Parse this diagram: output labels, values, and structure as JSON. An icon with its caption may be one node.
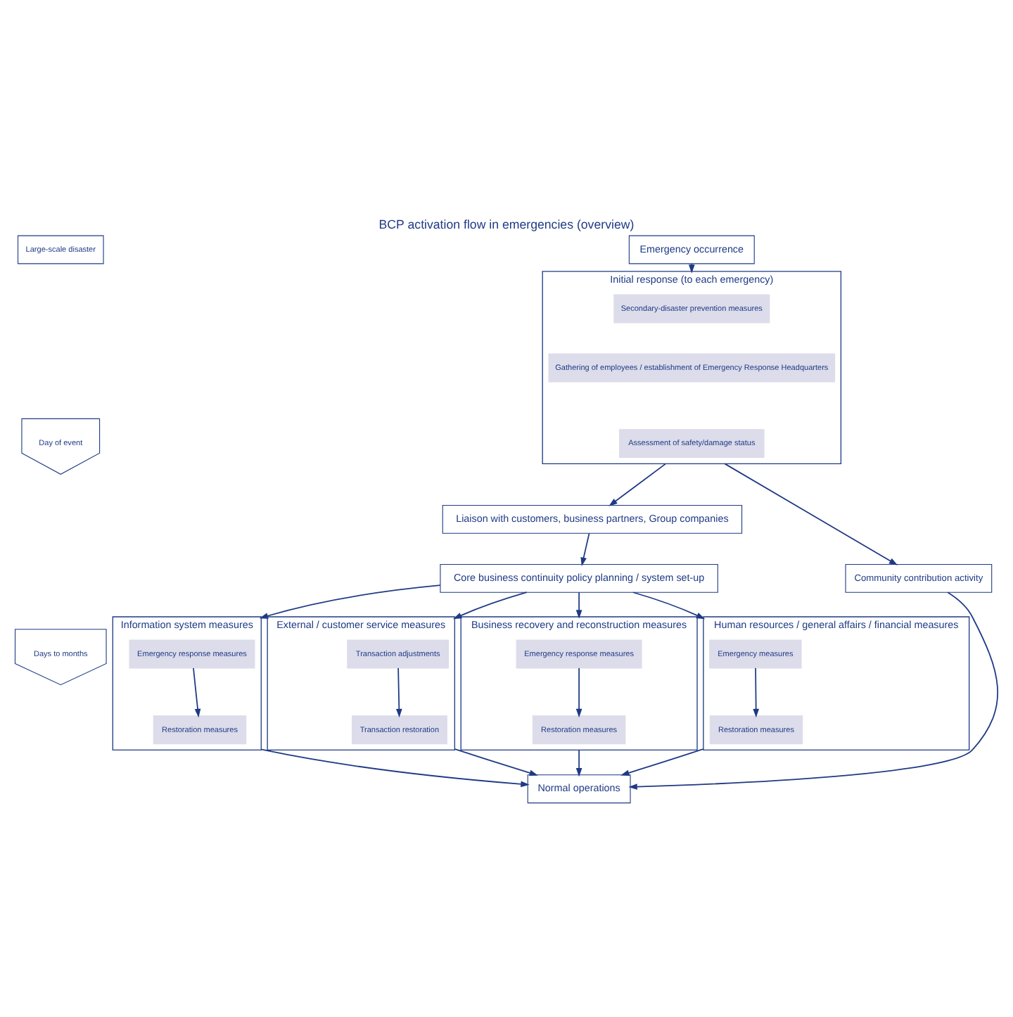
{
  "diagram": {
    "title": "BCP activation flow in emergencies (overview)",
    "nodes": [
      {
        "text": [
          "Large-scale disaster"
        ]
      },
      {
        "text": [
          "Day of event"
        ]
      },
      {
        "text": [
          "Days to months"
        ]
      },
      {
        "text": [
          "Emergency occurrence"
        ]
      },
      {
        "text": [
          "Initial response (to each emergency)"
        ]
      },
      {
        "text": [
          "Secondary-disaster prevention measures"
        ],
        "in": 4
      },
      {
        "text": [
          "Gathering of employees / establishment of Emergency Response Headquarters"
        ],
        "in": 4
      },
      {
        "text": [
          "Assessment of safety/damage status"
        ],
        "in": 4
      },
      {
        "text": [
          "Liaison with customers, business partners, Group companies"
        ]
      },
      {
        "text": [
          "Community contribution activity"
        ]
      },
      {
        "text": [
          "Core business continuity policy planning / system set-up"
        ]
      },
      {
        "text": [
          "Information system measures"
        ]
      },
      {
        "text": [
          "Emergency response measures"
        ],
        "in": 11
      },
      {
        "text": [
          "Restoration measures"
        ],
        "in": 11
      },
      {
        "text": [
          "External / customer service measures"
        ]
      },
      {
        "text": [
          "Transaction adjustments"
        ],
        "in": 14
      },
      {
        "text": [
          "Transaction restoration"
        ],
        "in": 14
      },
      {
        "text": [
          "Business recovery and reconstruction measures"
        ]
      },
      {
        "text": [
          "Emergency response measures"
        ],
        "in": 17
      },
      {
        "text": [
          "Restoration measures"
        ],
        "in": 17
      },
      {
        "text": [
          "Human resources / general affairs / financial measures"
        ]
      },
      {
        "text": [
          "Emergency measures"
        ],
        "in": 20
      },
      {
        "text": [
          "Restoration measures"
        ],
        "in": 20
      },
      {
        "text": [
          "Normal operations"
        ]
      }
    ],
    "edges": [
      {
        "from": 3,
        "to": 4,
        "arrow": "to"
      },
      {
        "from": 4,
        "to": 8,
        "arrow": "to"
      },
      {
        "from": 4,
        "to": 9,
        "arrow": "to"
      },
      {
        "from": 8,
        "to": 10,
        "arrow": "to"
      },
      {
        "from": 10,
        "to": 11,
        "arrow": "to"
      },
      {
        "from": 10,
        "to": 14,
        "arrow": "to"
      },
      {
        "from": 10,
        "to": 17,
        "arrow": "to"
      },
      {
        "from": 10,
        "to": 20,
        "arrow": "to"
      },
      {
        "from": 12,
        "to": 13,
        "arrow": "to"
      },
      {
        "from": 15,
        "to": 16,
        "arrow": "to"
      },
      {
        "from": 18,
        "to": 19,
        "arrow": "to"
      },
      {
        "from": 21,
        "to": 22,
        "arrow": "to"
      },
      {
        "from": 11,
        "to": 23,
        "arrow": "to"
      },
      {
        "from": 14,
        "to": 23,
        "arrow": "to"
      },
      {
        "from": 17,
        "to": 23,
        "arrow": "to"
      },
      {
        "from": 20,
        "to": 23,
        "arrow": "to"
      },
      {
        "from": 9,
        "to": 23,
        "arrow": "to"
      }
    ]
  }
}
